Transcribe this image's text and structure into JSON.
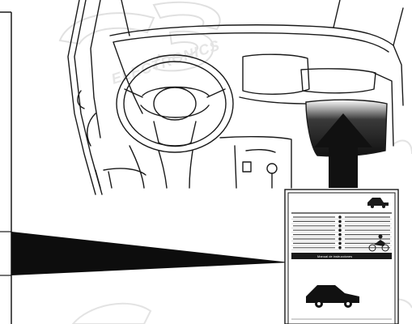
{
  "watermark": {
    "logo_text": "ECS",
    "brand_text": "ELECTRONICS"
  },
  "booklet": {
    "header_text": "",
    "banner_text": "Manual de instrucciones",
    "rows": 8,
    "accent_color": "#1a1a1a",
    "icons": {
      "cover_top": "vehicle-icon",
      "cover_bottom": "car-icon",
      "figure": "scooter-icon"
    }
  },
  "pointer": {
    "direction": "up",
    "target": "glove-box"
  },
  "colors": {
    "line": "#1a1a1a",
    "glove_box_fill": "#2a2a2a",
    "watermark": "#c8c8c8"
  }
}
